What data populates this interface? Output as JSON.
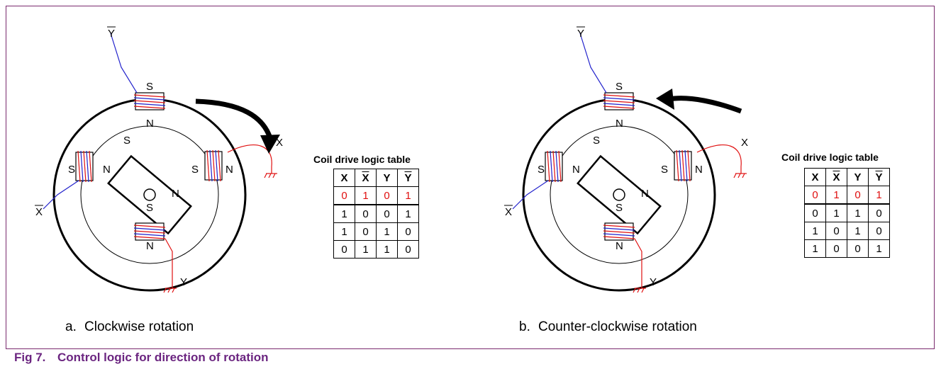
{
  "figure": {
    "number": "Fig 7.",
    "title": "Control logic for direction of rotation"
  },
  "panels": [
    {
      "caption_letter": "a.",
      "caption": "Clockwise rotation",
      "table_title": "Coil drive logic table",
      "headers": [
        "X",
        "X",
        "Y",
        "Y"
      ],
      "rows": [
        [
          "0",
          "1",
          "0",
          "1"
        ],
        [
          "1",
          "0",
          "0",
          "1"
        ],
        [
          "1",
          "0",
          "1",
          "0"
        ],
        [
          "0",
          "1",
          "1",
          "0"
        ]
      ]
    },
    {
      "caption_letter": "b.",
      "caption": "Counter-clockwise rotation",
      "table_title": "Coil drive logic table",
      "headers": [
        "X",
        "X",
        "Y",
        "Y"
      ],
      "rows": [
        [
          "0",
          "1",
          "0",
          "1"
        ],
        [
          "0",
          "1",
          "1",
          "0"
        ],
        [
          "1",
          "0",
          "1",
          "0"
        ],
        [
          "1",
          "0",
          "0",
          "1"
        ]
      ]
    }
  ],
  "labels": {
    "S": "S",
    "N": "N",
    "X": "X",
    "Y": "Y",
    "Xbar": "X",
    "Ybar": "Y"
  },
  "colors": {
    "accent": "#6b2580",
    "highlight": "#e01010",
    "coil_red": "#e01010",
    "coil_blue": "#2222cc"
  }
}
